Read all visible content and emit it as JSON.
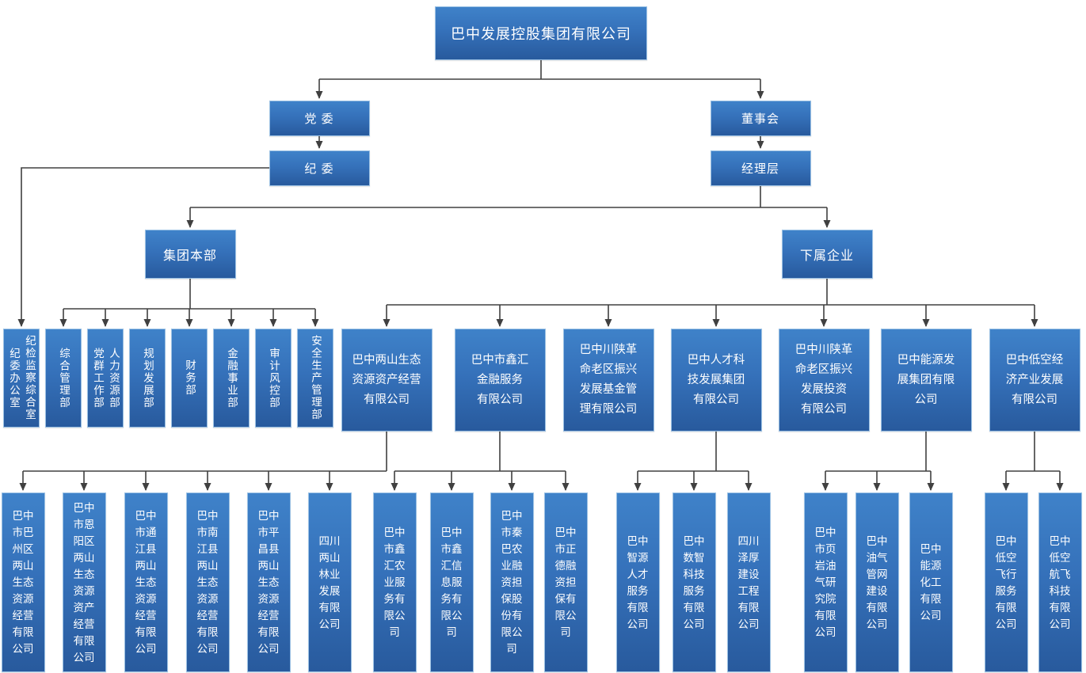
{
  "colors": {
    "box_gradient_top": "#3f82c9",
    "box_gradient_mid": "#3571ba",
    "box_gradient_bottom": "#285a9d",
    "box_border": "#9cc2e5",
    "connector": "#404040",
    "text": "#ffffff",
    "background": "#ffffff"
  },
  "org": {
    "root": {
      "label": "巴中发展控股集团有限公司"
    },
    "party_committee": {
      "label": "党 委"
    },
    "discipline_committee": {
      "label": "纪 委"
    },
    "board": {
      "label": "董事会"
    },
    "management": {
      "label": "经理层"
    },
    "hq": {
      "label": "集团本部"
    },
    "subsidiaries": {
      "label": "下属企业"
    },
    "departments": [
      {
        "label": "纪检监察综合室\n纪委办公室",
        "reports_to": "discipline_committee"
      },
      {
        "label": "综合管理部",
        "reports_to": "hq"
      },
      {
        "label": "人力资源部\n党群工作部",
        "reports_to": "hq"
      },
      {
        "label": "规划发展部",
        "reports_to": "hq"
      },
      {
        "label": "财务部",
        "reports_to": "hq"
      },
      {
        "label": "金融事业部",
        "reports_to": "hq"
      },
      {
        "label": "审计风控部",
        "reports_to": "hq"
      },
      {
        "label": "安全生产管理部",
        "reports_to": "hq"
      }
    ],
    "companies": [
      {
        "label": "巴中两山生态\n资源资产经营\n有限公司",
        "children": [
          "巴中市巴州区两山生态资源经营有限公司",
          "巴中市恩阳区两山生态资源资产经营有限公司",
          "巴中市通江县两山生态资源经营有限公司",
          "巴中市南江县两山生态资源经营有限公司",
          "巴中市平昌县两山生态资源经营有限公司",
          "四川两山林业发展有限公司"
        ]
      },
      {
        "label": "巴中市鑫汇\n金融服务\n有限公司",
        "children": [
          "巴中市鑫汇农业服务有限公司",
          "巴中市鑫汇信息服务有限公司",
          "巴中市秦巴农业融资担保股份有限公司",
          "巴中市正德融资担保有限公司"
        ]
      },
      {
        "label": "巴中川陕革\n命老区振兴\n发展基金管\n理有限公司",
        "children": []
      },
      {
        "label": "巴中人才科\n技发展集团\n有限公司",
        "children": [
          "巴中智源人才服务有限公司",
          "巴中数智科技服务有限公司",
          "四川泽厚建设工程有限公司"
        ]
      },
      {
        "label": "巴中川陕革\n命老区振兴\n发展投资\n有限公司",
        "children": []
      },
      {
        "label": "巴中能源发\n展集团有限\n公司",
        "children": [
          "巴中市页岩油气研究院有限公司",
          "巴中油气管网建设有限公司",
          "巴中能源化工有限公司"
        ]
      },
      {
        "label": "巴中低空经\n济产业发展\n有限公司",
        "children": [
          "巴中低空飞行服务有限公司",
          "巴中低空航飞科技有限公司"
        ]
      }
    ]
  }
}
